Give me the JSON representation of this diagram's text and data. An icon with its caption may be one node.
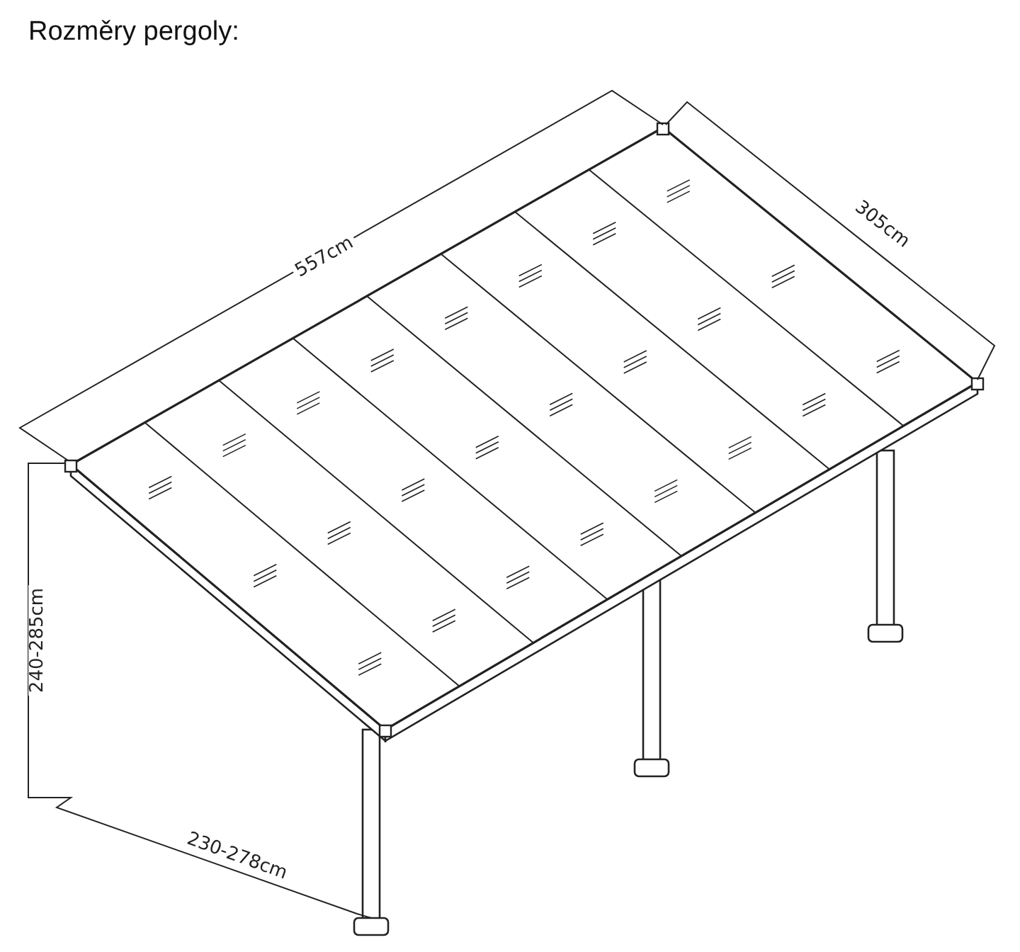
{
  "diagram": {
    "title": "Rozměry pergoly:",
    "labels": [
      "557cm",
      "305cm",
      "240-285cm",
      "230-278cm"
    ]
  }
}
